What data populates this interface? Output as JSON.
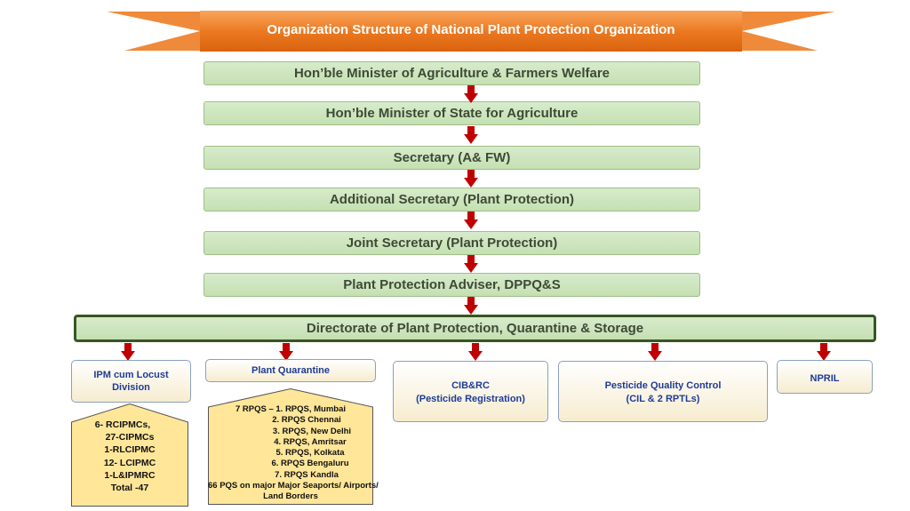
{
  "title": "Organization Structure of National Plant Protection Organization",
  "chain": [
    "Hon’ble Minister of Agriculture & Farmers Welfare",
    "Hon’ble Minister of State for Agriculture",
    "Secretary (A& FW)",
    "Additional Secretary (Plant Protection)",
    "Joint Secretary (Plant Protection)",
    "Plant Protection Adviser, DPPQ&S"
  ],
  "directorate": "Directorate of Plant Protection, Quarantine & Storage",
  "divisions": {
    "ipm": {
      "line1": "IPM cum Locust",
      "line2": "Division"
    },
    "plant_quarantine": {
      "label": "Plant Quarantine"
    },
    "cibrc": {
      "line1": "CIB&RC",
      "line2": "(Pesticide Registration)"
    },
    "pesticide_qc": {
      "line1": "Pesticide Quality Control",
      "line2": "(CIL & 2 RPTLs)"
    },
    "npril": {
      "label": "NPRIL"
    }
  },
  "ipm_units": [
    "6- RCIPMCs,",
    "27-CIPMCs",
    "1-RLCIPMC",
    "12- LCIPMC",
    "1-L&IPMRC",
    "Total -47"
  ],
  "pq_units": [
    "7 RPQS – 1. RPQS, Mumbai",
    "2. RPQS Chennai",
    "3. RPQS, New Delhi",
    "4. RPQS, Amritsar",
    "5. RPQS, Kolkata",
    "6. RPQS Bengaluru",
    "7. RPQS Kandla",
    "66 PQS on major Major Seaports/ Airports/",
    "Land Borders"
  ],
  "colors": {
    "banner": "#e8711c",
    "chain_fill": "#c5e0b3",
    "directorate_border": "#375623",
    "arrow": "#c00000",
    "division_text": "#1f3c96",
    "panel_fill": "#ffe699"
  }
}
